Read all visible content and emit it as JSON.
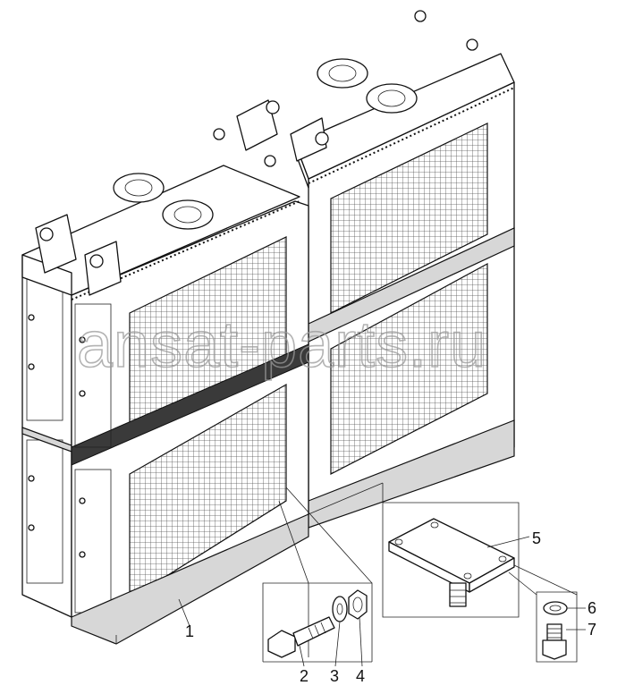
{
  "watermark": "ansat-parts.ru",
  "callouts": {
    "c1": "1",
    "c2": "2",
    "c3": "3",
    "c4": "4",
    "c5": "5",
    "c6": "6",
    "c7": "7"
  }
}
